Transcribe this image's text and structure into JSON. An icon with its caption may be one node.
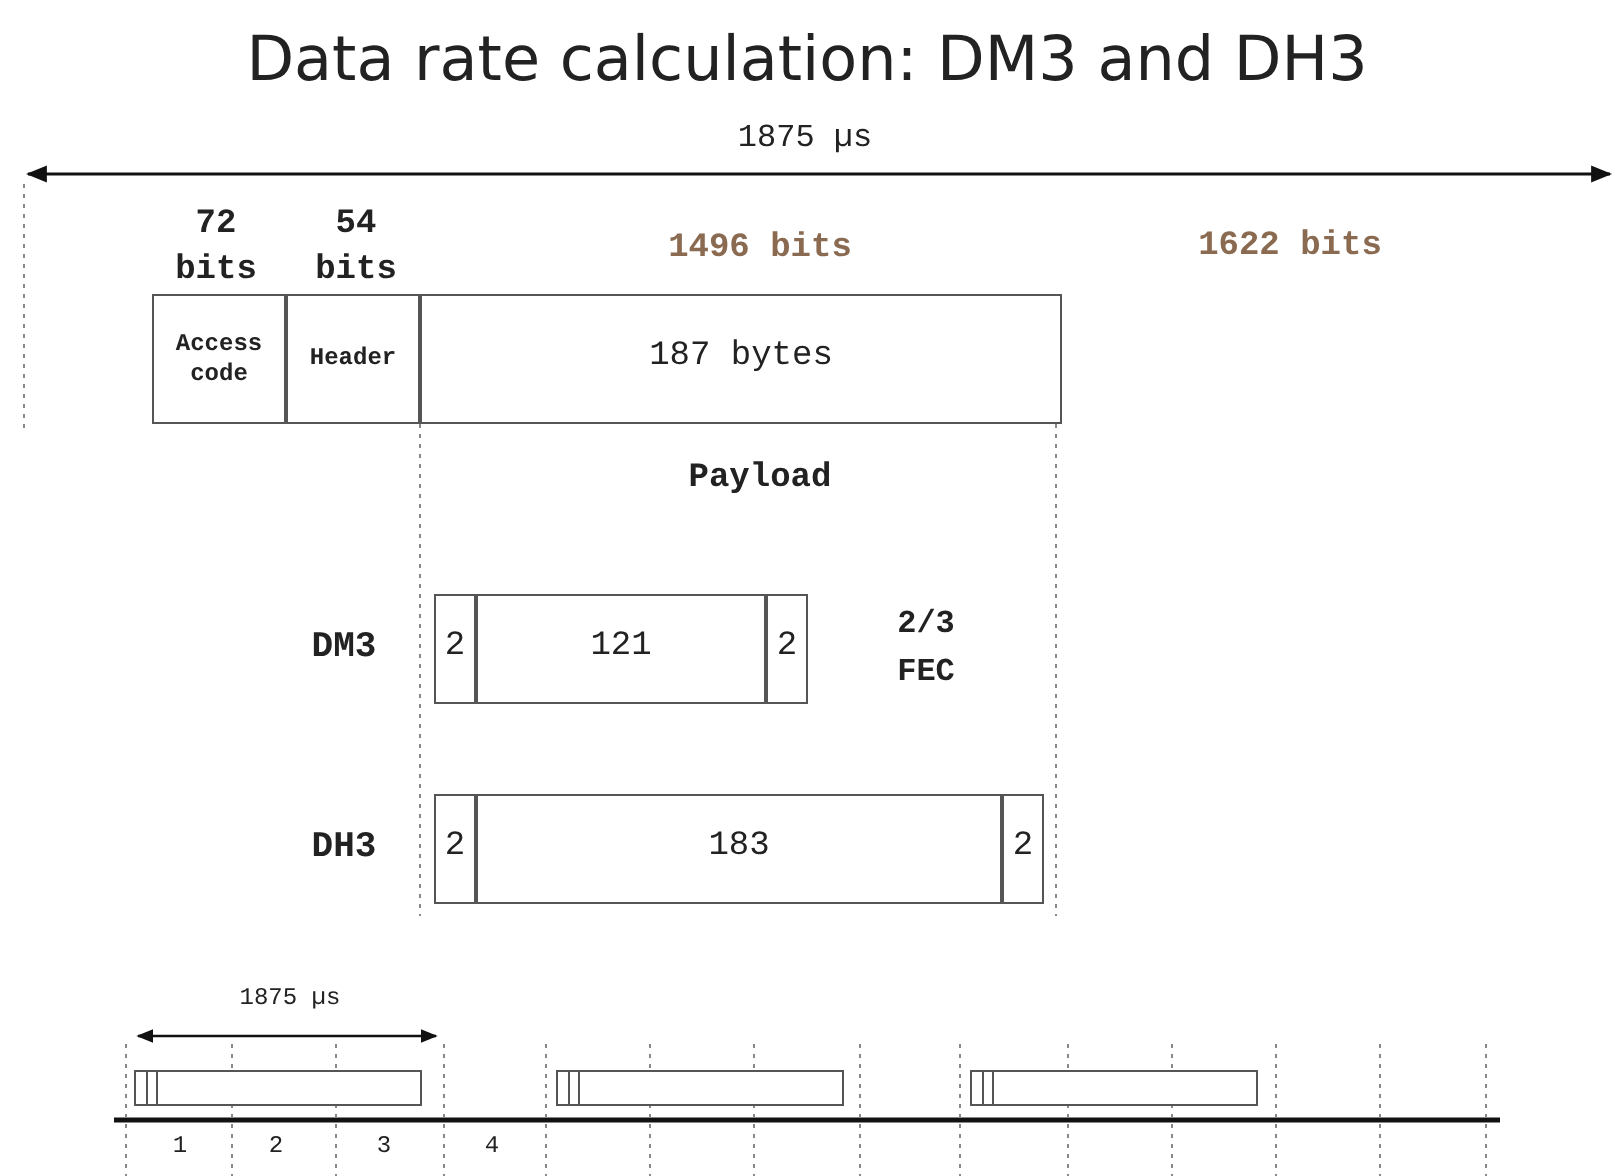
{
  "diagram": {
    "title": "Data rate calculation: DM3 and DH3",
    "nodes": [
      {
        "text": [
          "Access code"
        ],
        "beside": [
          "72 bits"
        ]
      },
      {
        "text": [
          "Header"
        ],
        "beside": [
          "54 bits"
        ]
      },
      {
        "text": [
          "187 bytes"
        ],
        "beside": [
          "1496 bits"
        ]
      },
      {
        "text": [
          "2"
        ]
      },
      {
        "text": [
          "121"
        ]
      },
      {
        "text": [
          "2"
        ]
      },
      {
        "text": [
          "2"
        ]
      },
      {
        "text": [
          "183"
        ]
      },
      {
        "text": [
          "2"
        ]
      },
      {
        "text": [],
        "shape": "box"
      },
      {
        "text": [],
        "shape": "box"
      },
      {
        "text": [],
        "shape": "box"
      }
    ],
    "edges": [],
    "labels": [
      "1875 µs",
      "1622 bits",
      "Payload",
      "DM3",
      "2/3 FEC",
      "DH3",
      "1875 µs",
      "1",
      "2",
      "3",
      "4"
    ]
  }
}
